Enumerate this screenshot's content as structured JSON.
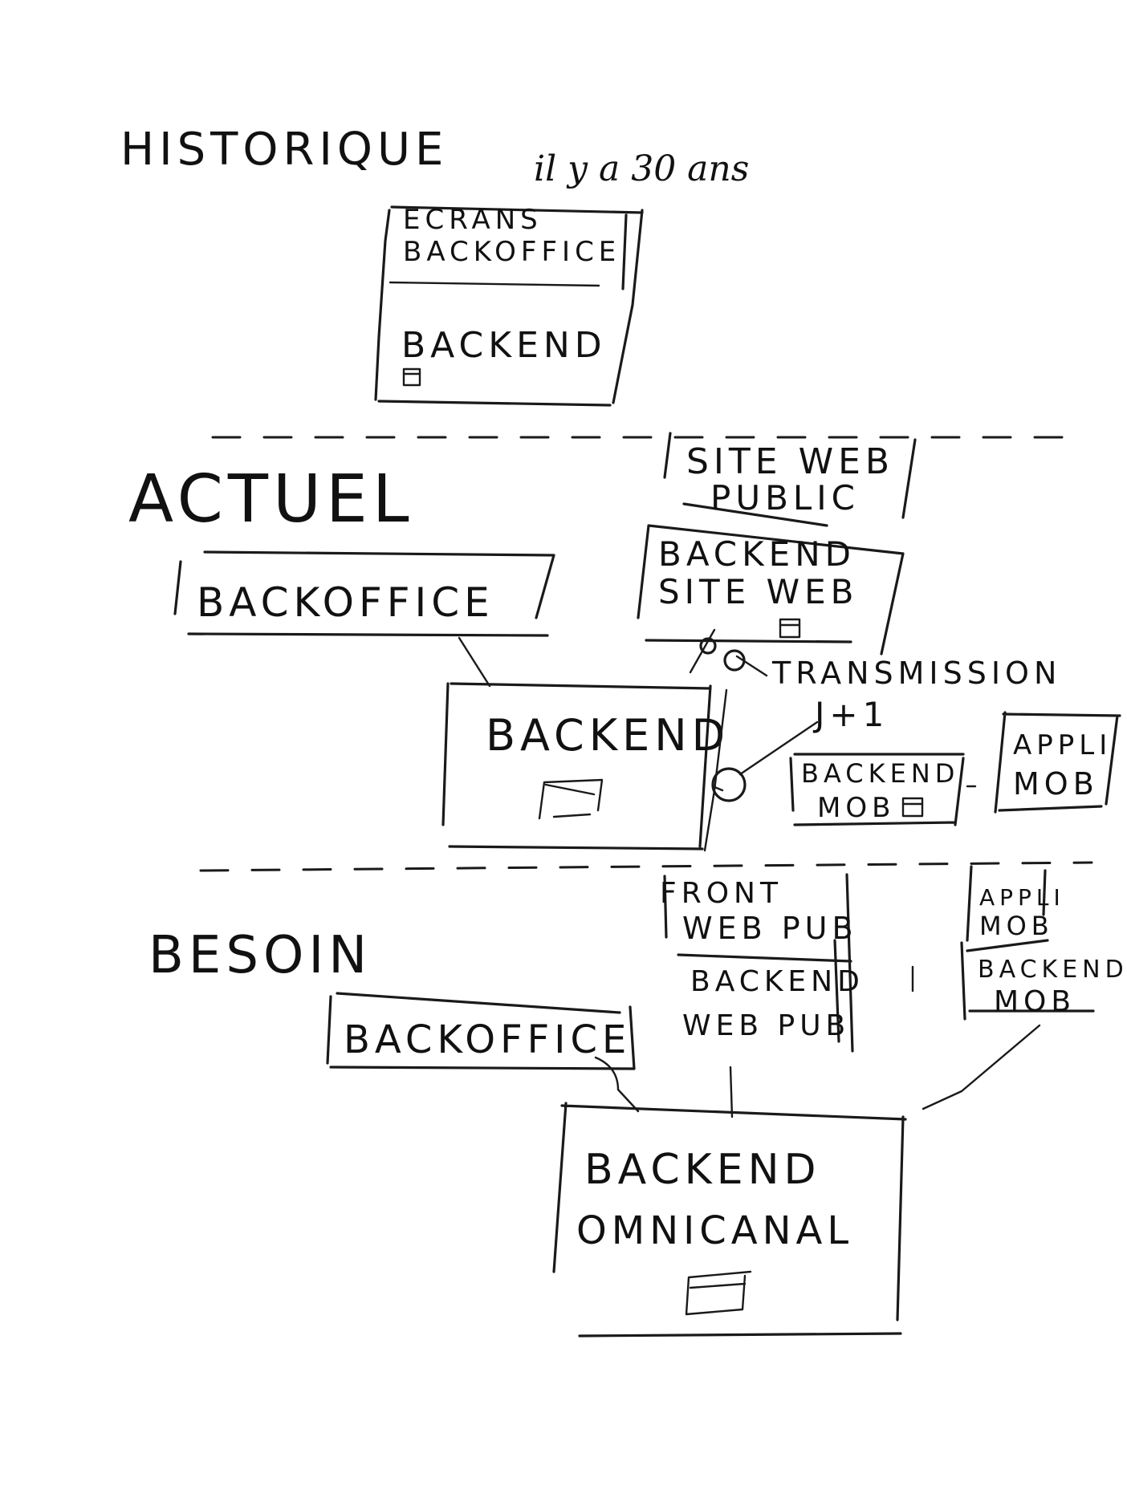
{
  "sections": {
    "historique": {
      "title": "HISTORIQUE",
      "subtitle": "il y a 30 ans",
      "box_top_line1": "ECRANS",
      "box_top_line2": "BACKOFFICE",
      "box_bottom": "BACKEND"
    },
    "actuel": {
      "title": "ACTUEL",
      "backoffice": "BACKOFFICE",
      "backend": "BACKEND",
      "site_web_line1": "SITE WEB",
      "site_web_line2": "PUBLIC",
      "backend_site_line1": "BACKEND",
      "backend_site_line2": "SITE WEB",
      "transmission_line1": "TRANSMISSION",
      "transmission_line2": "J+1",
      "backend_mob_line1": "BACKEND",
      "backend_mob_line2": "MOB",
      "appli_mob_line1": "APPLI",
      "appli_mob_line2": "MOB"
    },
    "besoin": {
      "title": "BESOIN",
      "backoffice": "BACKOFFICE",
      "front_web_line1": "FRONT",
      "front_web_line2": "WEB PUB",
      "backend_web_line1": "BACKEND",
      "backend_web_line2": "WEB PUB",
      "appli_mob_line1": "APPLI",
      "appli_mob_line2": "MOB",
      "backend_mob_line1": "BACKEND",
      "backend_mob_line2": "MOB",
      "omnicanal_line1": "BACKEND",
      "omnicanal_line2": "OMNICANAL"
    }
  },
  "icons": {
    "database": "database-icon",
    "link_node": "connector-node-icon"
  },
  "colors": {
    "ink": "#1a1a1a",
    "paper": "#ffffff"
  }
}
